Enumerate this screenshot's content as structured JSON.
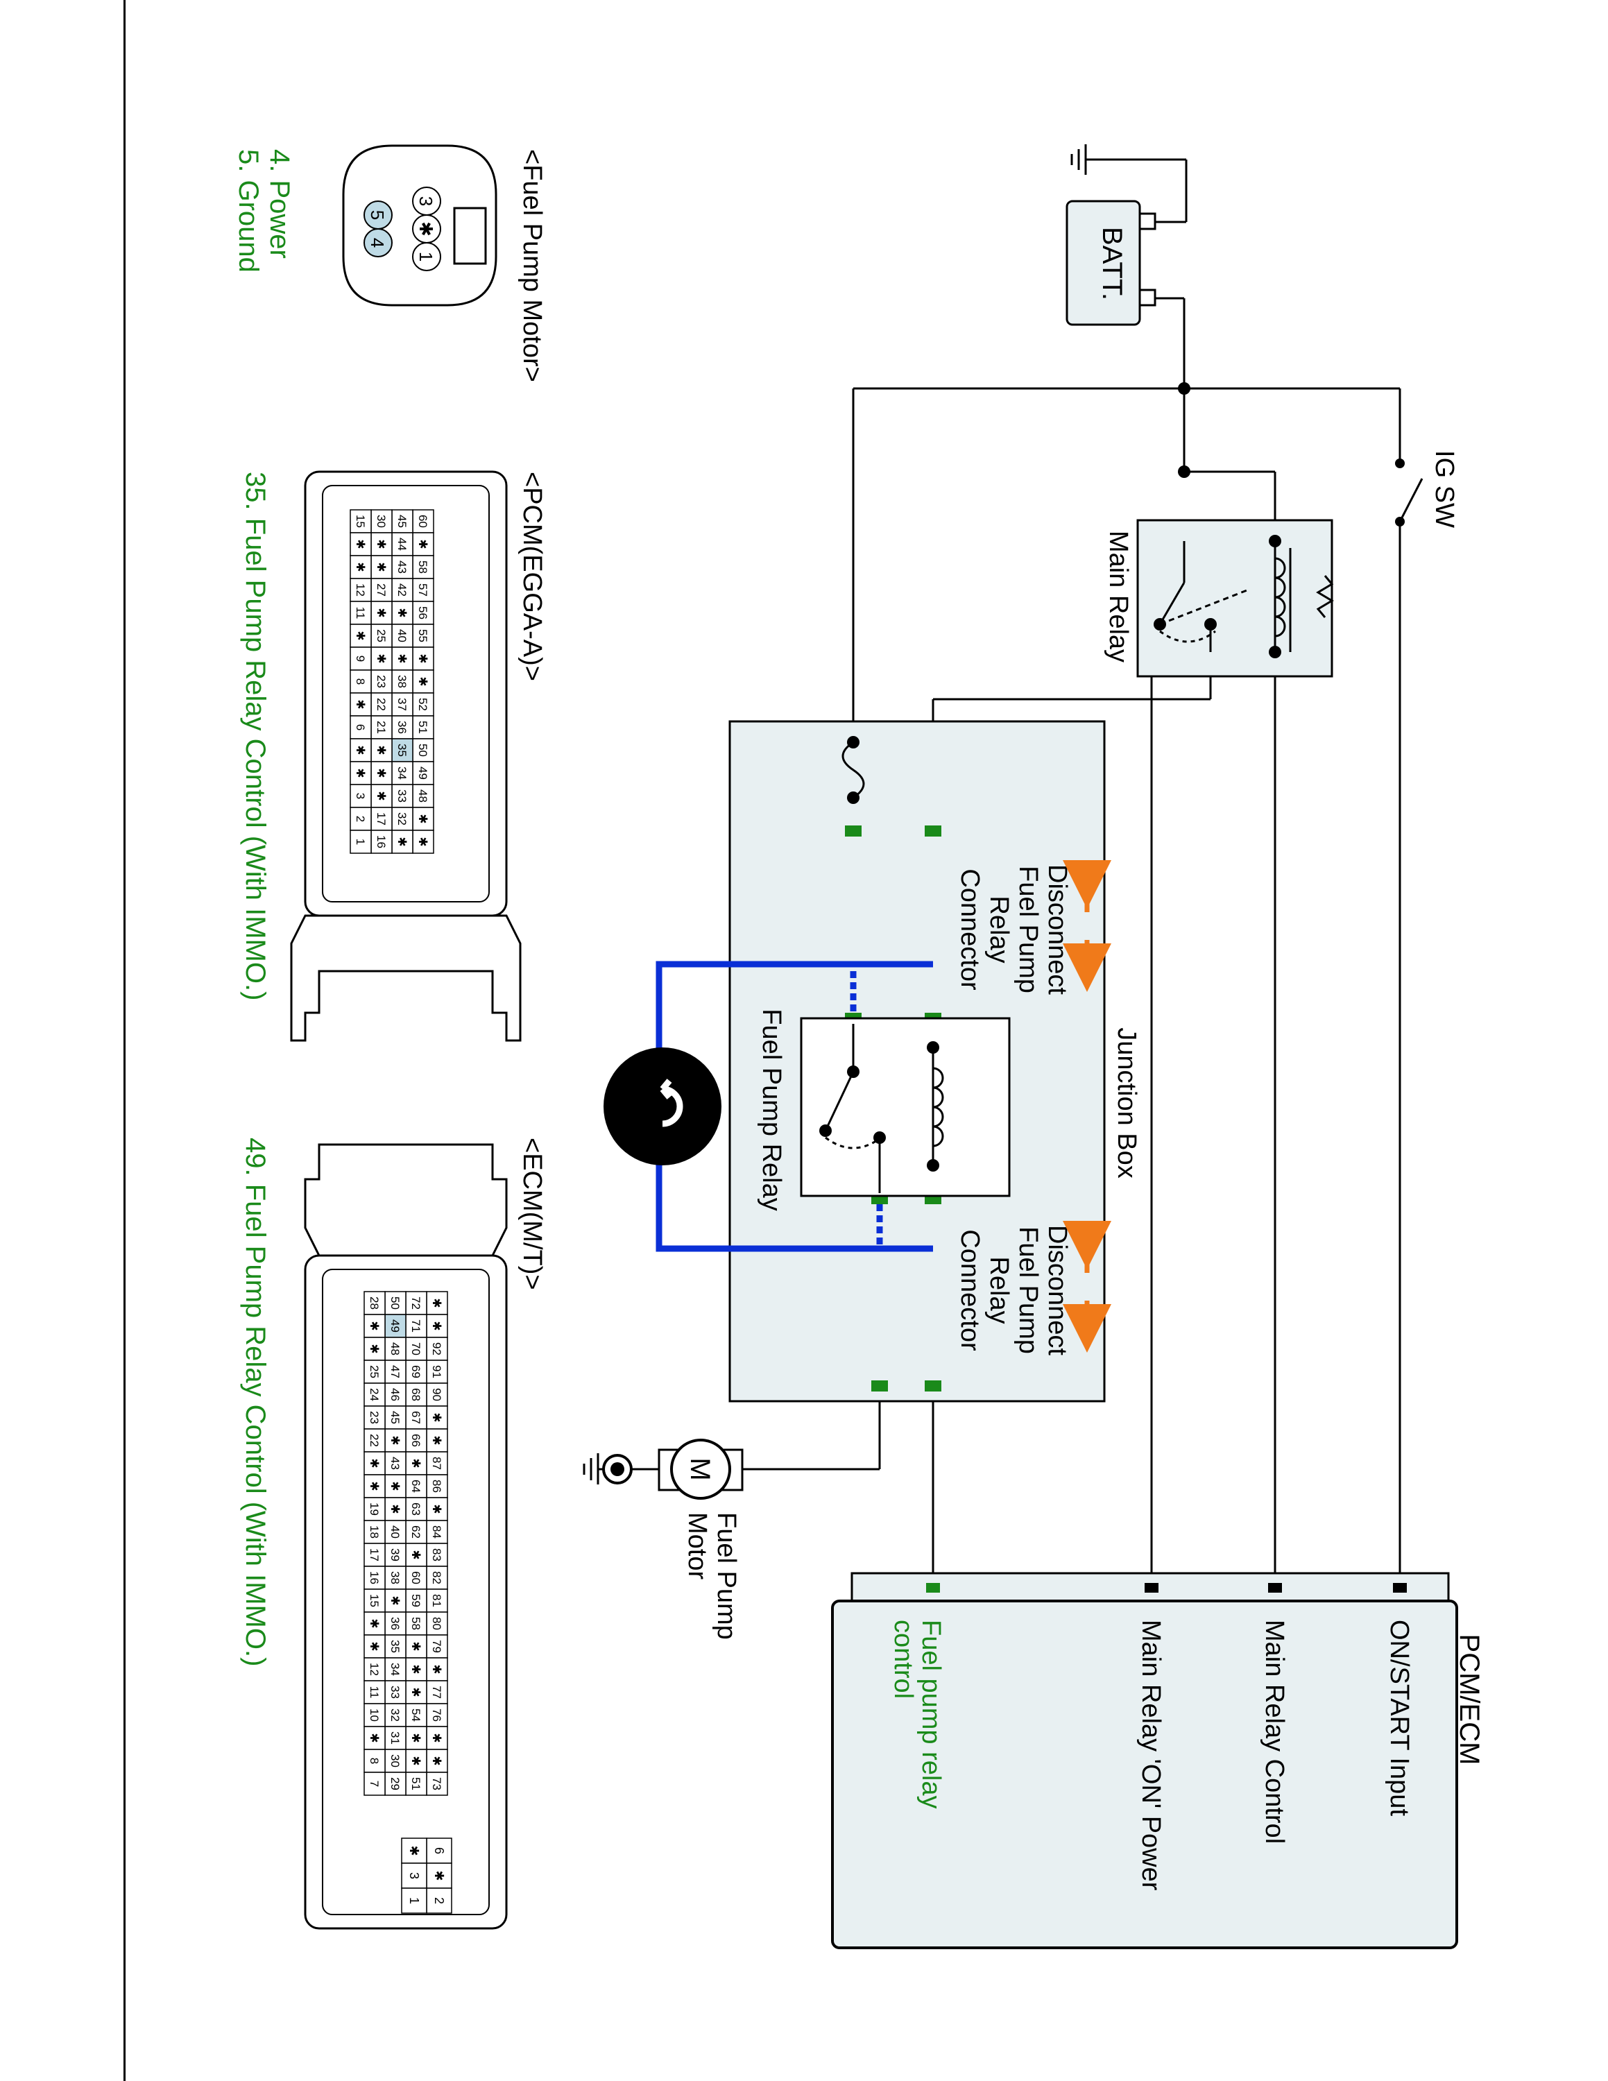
{
  "colors": {
    "wire": "#000000",
    "green_label": "#1a8a1a",
    "pin_highlight": "#bfdbe6",
    "box_fill": "#e8f0f2",
    "blue_jumper": "#0a2fd6",
    "arrow_orange": "#f07a1a",
    "terminal_green": "#1a8a1a"
  },
  "battery": {
    "label": "BATT."
  },
  "ignition": {
    "label": "IG SW"
  },
  "main_relay": {
    "label": "Main Relay"
  },
  "junction_box": {
    "label": "Junction Box",
    "disconnect_label_1": [
      "Disconnect",
      "Fuel Pump",
      "Relay",
      "Connector"
    ],
    "disconnect_label_2": [
      "Disconnect",
      "Fuel Pump",
      "Relay",
      "Connector"
    ]
  },
  "fuel_pump_relay": {
    "label": "Fuel Pump Relay"
  },
  "fuel_pump_motor": {
    "symbol": "M",
    "label": [
      "Fuel Pump",
      "Motor"
    ]
  },
  "pcm": {
    "title": "PCM/ECM",
    "inputs": [
      "ON/START Input",
      "Main Relay Control",
      "Main Relay 'ON' Power"
    ],
    "green_input": [
      "Fuel pump relay",
      "control"
    ]
  },
  "connectors": {
    "fuel_pump_motor": {
      "title": "<Fuel Pump Motor>",
      "pins_top": [
        "3",
        "✱",
        "1"
      ],
      "pins_bottom": [
        "5",
        "4"
      ],
      "legend": [
        "4. Power",
        "5. Ground"
      ]
    },
    "pcm_egga": {
      "title": "<PCM(EGGA-A)>",
      "rows": [
        [
          "60",
          "✱",
          "58",
          "57",
          "56",
          "55",
          "✱",
          "✱",
          "52",
          "51",
          "50",
          "49",
          "48",
          "✱",
          "✱"
        ],
        [
          "45",
          "44",
          "43",
          "42",
          "✱",
          "40",
          "✱",
          "38",
          "37",
          "36",
          "35",
          "34",
          "33",
          "32",
          "✱"
        ],
        [
          "30",
          "✱",
          "✱",
          "27",
          "✱",
          "25",
          "✱",
          "23",
          "22",
          "21",
          "✱",
          "✱",
          "✱",
          "17",
          "16"
        ],
        [
          "15",
          "✱",
          "✱",
          "12",
          "11",
          "✱",
          "9",
          "8",
          "✱",
          "6",
          "✱",
          "✱",
          "3",
          "2",
          "1"
        ]
      ],
      "highlight": "35",
      "legend": "35. Fuel Pump Relay Control (With IMMO.)"
    },
    "ecm_mt": {
      "title": "<ECM(M/T)>",
      "rows": [
        [
          "✱",
          "✱",
          "92",
          "91",
          "90",
          "✱",
          "✱",
          "87",
          "86",
          "✱",
          "84",
          "83",
          "82",
          "81",
          "80",
          "79",
          "✱",
          "77",
          "76",
          "✱",
          "✱",
          "73"
        ],
        [
          "72",
          "71",
          "70",
          "69",
          "68",
          "67",
          "66",
          "✱",
          "64",
          "63",
          "62",
          "✱",
          "60",
          "59",
          "58",
          "✱",
          "✱",
          "✱",
          "54",
          "✱",
          "✱",
          "51"
        ],
        [
          "50",
          "49",
          "48",
          "47",
          "46",
          "45",
          "✱",
          "43",
          "✱",
          "✱",
          "40",
          "39",
          "38",
          "✱",
          "36",
          "35",
          "34",
          "33",
          "32",
          "31",
          "30",
          "29"
        ],
        [
          "28",
          "✱",
          "✱",
          "25",
          "24",
          "23",
          "22",
          "✱",
          "✱",
          "19",
          "18",
          "17",
          "16",
          "15",
          "✱",
          "✱",
          "12",
          "11",
          "10",
          "✱",
          "8",
          "7"
        ]
      ],
      "highlight": "49",
      "small_block": [
        [
          "6",
          "✱"
        ],
        [
          "✱",
          "3"
        ],
        [
          "2",
          "1"
        ]
      ],
      "legend": "49. Fuel Pump Relay Control (With IMMO.)"
    }
  }
}
